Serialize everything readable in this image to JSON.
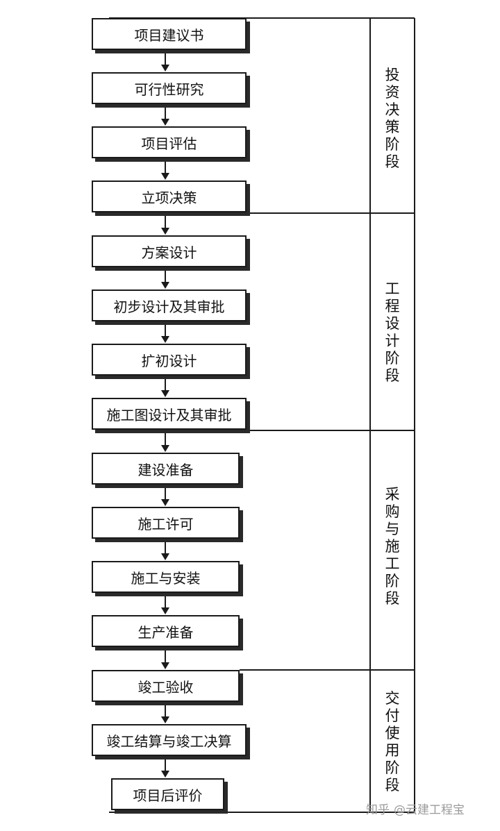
{
  "steps": [
    "项目建议书",
    "可行性研究",
    "项目评估",
    "立项决策",
    "方案设计",
    "初步设计及其审批",
    "扩初设计",
    "施工图设计及其审批",
    "建设准备",
    "施工许可",
    "施工与安装",
    "生产准备",
    "竣工验收",
    "竣工结算与竣工决算",
    "项目后评价"
  ],
  "phases": [
    "投资决策阶段",
    "工程设计阶段",
    "采购与施工阶段",
    "交付使用阶段"
  ],
  "watermark": {
    "site": "知乎",
    "author": "@云建工程宝"
  }
}
